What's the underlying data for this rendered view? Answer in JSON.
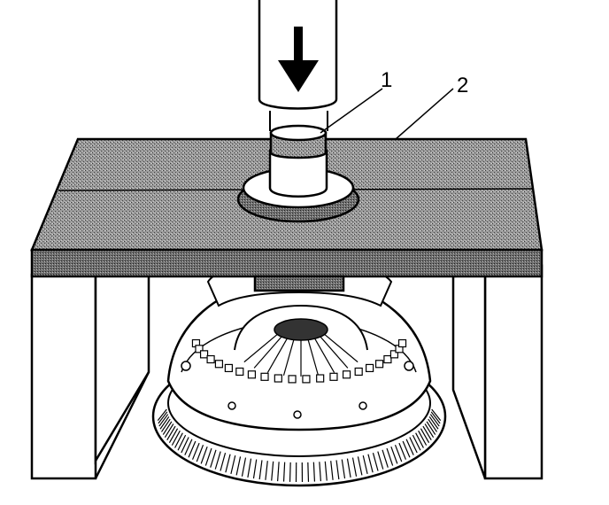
{
  "callouts": [
    {
      "id": "1",
      "label": "1"
    },
    {
      "id": "2",
      "label": "2"
    }
  ],
  "icons": {
    "press_direction": "arrow-down-icon"
  },
  "colors": {
    "ink": "#000000",
    "plate_fill": "#8a8a8a",
    "background": "#ffffff"
  }
}
